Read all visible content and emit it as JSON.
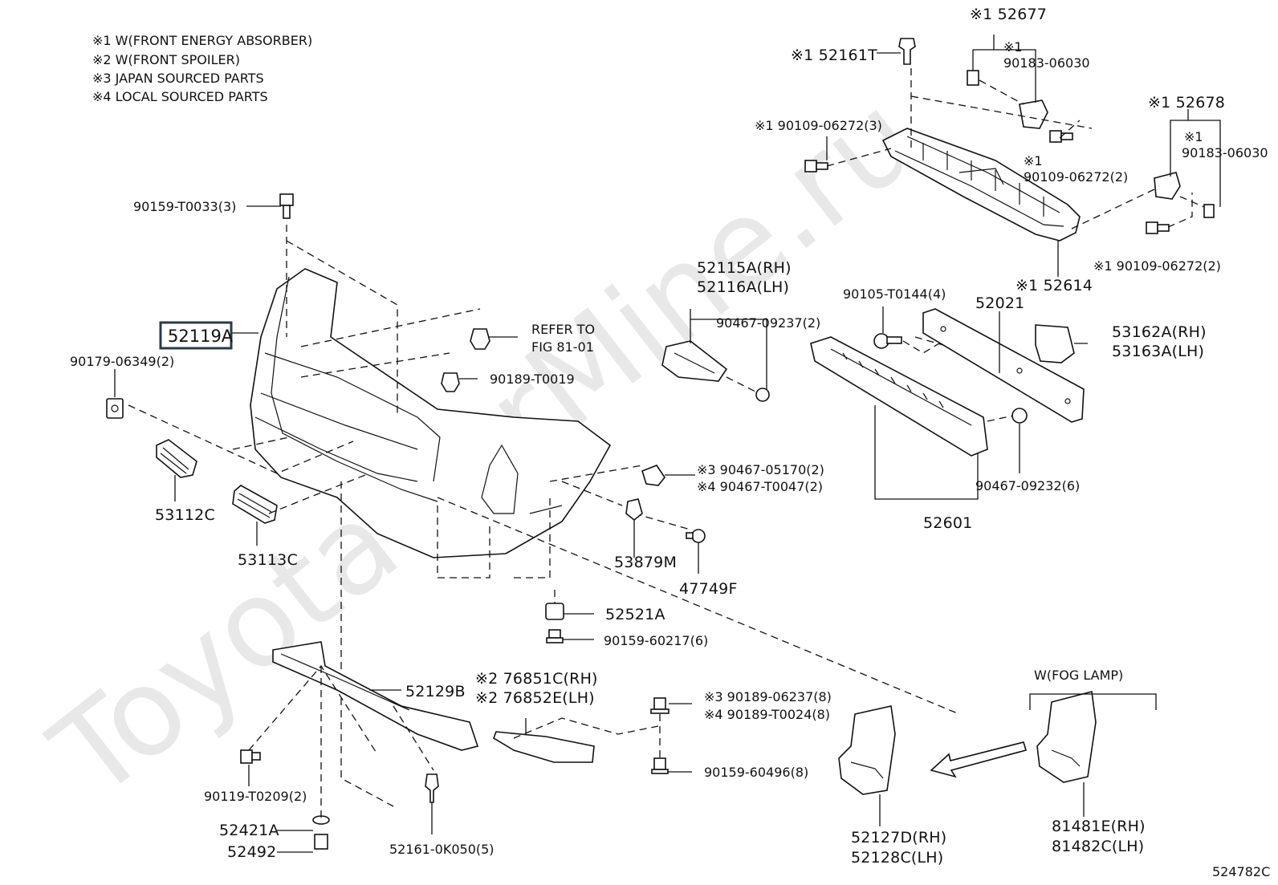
{
  "diagram_id": "524782C",
  "watermark": "ToyotaCarMine.ru",
  "notes": [
    "※1 W(FRONT ENERGY ABSORBER)",
    "※2 W(FRONT SPOILER)",
    "※3 JAPAN SOURCED PARTS",
    "※4 LOCAL SOURCED PARTS"
  ],
  "labels": {
    "p52677": "※1 52677",
    "p90183_top": "90183-06030",
    "p90183_top_mark": "※1",
    "p52161T": "※1 52161T",
    "p90109_a": "※1 90109-06272(3)",
    "p90109_b": "90109-06272(2)",
    "p90109_b_mark": "※1",
    "p52678": "※1 52678",
    "p90183_right": "90183-06030",
    "p90183_right_mark": "※1",
    "p90109_c": "※1 90109-06272(2)",
    "p52614": "※1 52614",
    "p90159_T0033": "90159-T0033(3)",
    "p52119A": "52119A",
    "p90179": "90179-06349(2)",
    "refer1": "REFER TO",
    "refer2": "FIG 81-01",
    "p90189_T0019": "90189-T0019",
    "p52115A": "52115A(RH)",
    "p52116A": "52116A(LH)",
    "p90467_09237": "90467-09237(2)",
    "p90105": "90105-T0144(4)",
    "p52021": "52021",
    "p53162A": "53162A(RH)",
    "p53163A": "53163A(LH)",
    "p90467_05170": "※3 90467-05170(2)",
    "p90467_T0047": "※4 90467-T0047(2)",
    "p90467_09232": "90467-09232(6)",
    "p53112C": "53112C",
    "p53113C": "53113C",
    "p53879M": "53879M",
    "p47749F": "47749F",
    "p52601": "52601",
    "p52521A": "52521A",
    "p90159_60217": "90159-60217(6)",
    "p52129B": "52129B",
    "p76851C": "※2 76851C(RH)",
    "p76852E": "※2 76852E(LH)",
    "p90189_06237": "※3 90189-06237(8)",
    "p90189_T0024": "※4 90189-T0024(8)",
    "p90159_60496": "90159-60496(8)",
    "fog_lamp": "W(FOG LAMP)",
    "p90119": "90119-T0209(2)",
    "p52421A": "52421A",
    "p52492": "52492",
    "p52161_0K050": "52161-0K050(5)",
    "p52127D": "52127D(RH)",
    "p52128C": "52128C(LH)",
    "p81481E": "81481E(RH)",
    "p81482C": "81482C(LH)"
  }
}
